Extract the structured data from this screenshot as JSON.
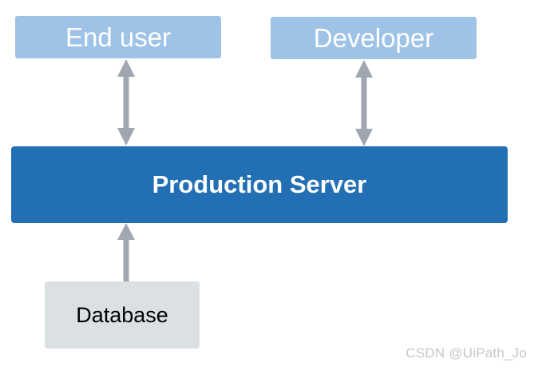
{
  "diagram": {
    "nodes": {
      "end_user": "End user",
      "developer": "Developer",
      "server": "Production Server",
      "database": "Database"
    },
    "edges": [
      {
        "from": "end_user",
        "to": "server",
        "direction": "both"
      },
      {
        "from": "developer",
        "to": "server",
        "direction": "both"
      },
      {
        "from": "database",
        "to": "server",
        "direction": "forward"
      }
    ]
  },
  "watermark": "CSDN @UiPath_Jo",
  "colors": {
    "top_box": "#9fc3e7",
    "server": "#2270b3",
    "database": "#dbe0e3",
    "arrow": "#a0a7b1"
  }
}
